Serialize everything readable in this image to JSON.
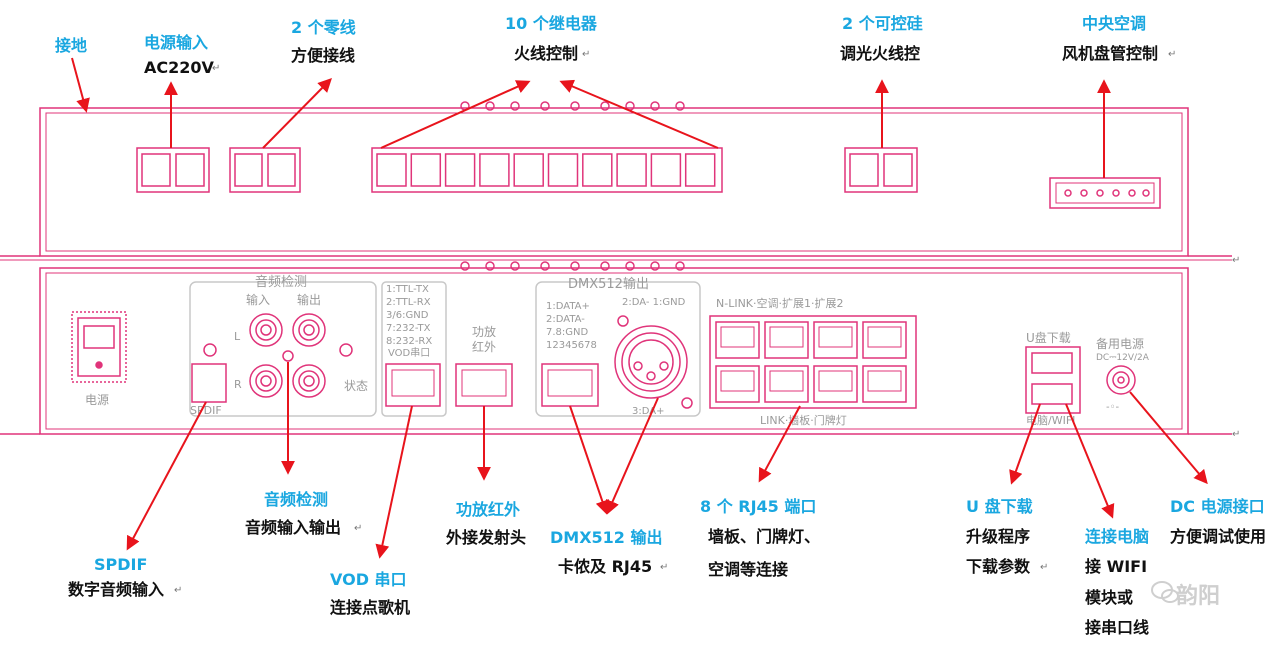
{
  "top_labels": {
    "ground": "接地",
    "power_in_title": "电源输入",
    "power_in_sub": "AC220V",
    "neutral_title": "2 个零线",
    "neutral_sub": "方便接线",
    "relay_title": "10 个继电器",
    "relay_sub": "火线控制",
    "scr_title": "2 个可控硅",
    "scr_sub": "调光火线控",
    "hvac_title": "中央空调",
    "hvac_sub": "风机盘管控制"
  },
  "panel_labels": {
    "audio_detect": "音频检测",
    "audio_in": "输入",
    "audio_out": "输出",
    "l_mark": "L",
    "r_mark": "R",
    "status": "状态",
    "spdif": "SPDIF",
    "power_switch": "电源",
    "serial_lines": [
      "1:TTL-TX",
      "2:TTL-RX",
      "3/6:GND",
      "7:232-TX",
      "8:232-RX"
    ],
    "vod_port": "VOD串口",
    "amp_line1": "功放",
    "amp_line2": "红外",
    "dmx_title": "DMX512输出",
    "dmx_lines": [
      "1:DATA+",
      "2:DATA-",
      "7.8:GND",
      "12345678"
    ],
    "dmx_pin_top": "2:DA- 1:GND",
    "dmx_pin_bottom": "3:DA+",
    "rj45_top": "N-LINK·空调·扩展1·扩展2",
    "rj45_bottom": "LINK·墙板·门牌灯",
    "usb_title": "U盘下载",
    "usb_bottom": "电脑/WIFI",
    "backup_power": "备用电源",
    "backup_spec": "DC⎓12V/2A",
    "dc_symbol": "-◦-"
  },
  "bottom_labels": {
    "spdif_title": "SPDIF",
    "spdif_sub": "数字音频输入",
    "audio_title": "音频检测",
    "audio_sub": "音频输入输出",
    "vod_title": "VOD 串口",
    "vod_sub": "连接点歌机",
    "amp_title": "功放红外",
    "amp_sub": "外接发射头",
    "dmx_title": "DMX512 输出",
    "dmx_sub": "卡侬及 RJ45",
    "rj45_title": "8 个 RJ45 端口",
    "rj45_sub1": "墙板、门牌灯、",
    "rj45_sub2": "空调等连接",
    "usb_title": "U 盘下载",
    "usb_sub1": "升级程序",
    "usb_sub2": "下载参数",
    "pc_title": "连接电脑",
    "pc_sub1": "接 WIFI",
    "pc_sub2": "模块或",
    "pc_sub3": "接串口线",
    "dc_title": "DC 电源接口",
    "dc_sub": "方便调试使用"
  },
  "watermark": "韵阳",
  "return_mark": "↵",
  "colors": {
    "outline": "#e0347a",
    "arrow": "#e8141c",
    "title_blue": "#1aa7e0",
    "panel_gray": "#c8c8c8"
  }
}
